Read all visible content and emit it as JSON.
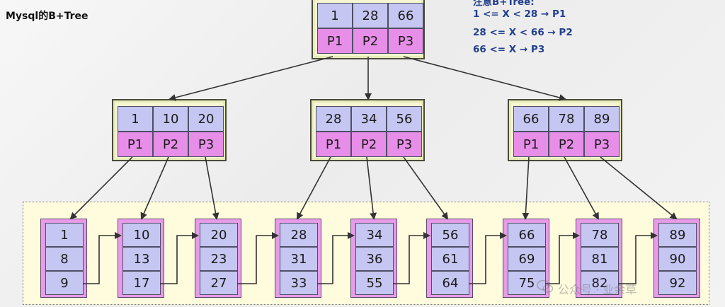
{
  "title": "Mysql的B+Tree",
  "rules": {
    "header": "注意B+Tree:",
    "lines": [
      "1 <= X  < 28 → P1",
      "28 <= X  < 66 → P2",
      "66 <= X → P3"
    ]
  },
  "colors": {
    "key_cell": "#c6c6f2",
    "pointer_cell": "#e78ee8",
    "node_fill": "#f6f7d2",
    "leaf_region": "#fffcde",
    "rule_text": "#23408e",
    "arrow": "#333333"
  },
  "root": {
    "keys": [
      "1",
      "28",
      "66"
    ],
    "pointers": [
      "P1",
      "P2",
      "P3"
    ]
  },
  "internal": [
    {
      "keys": [
        "1",
        "10",
        "20"
      ],
      "pointers": [
        "P1",
        "P2",
        "P3"
      ]
    },
    {
      "keys": [
        "28",
        "34",
        "56"
      ],
      "pointers": [
        "P1",
        "P2",
        "P3"
      ]
    },
    {
      "keys": [
        "66",
        "78",
        "89"
      ],
      "pointers": [
        "P1",
        "P2",
        "P3"
      ]
    }
  ],
  "leaves": [
    [
      "1",
      "8",
      "9"
    ],
    [
      "10",
      "13",
      "17"
    ],
    [
      "20",
      "23",
      "27"
    ],
    [
      "28",
      "31",
      "33"
    ],
    [
      "34",
      "36",
      "55"
    ],
    [
      "56",
      "61",
      "64"
    ],
    [
      "66",
      "69",
      "75"
    ],
    [
      "78",
      "81",
      "82"
    ],
    [
      "89",
      "90",
      "92"
    ]
  ],
  "watermark": {
    "text": "公众号 · 业余草",
    "icon": "wechat-icon"
  }
}
